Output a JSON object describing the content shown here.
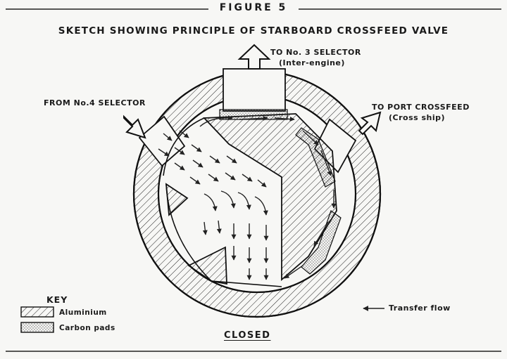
{
  "figure_title": "FIGURE 5",
  "subtitle": "SKETCH SHOWING PRINCIPLE OF STARBOARD CROSSFEED VALVE",
  "ports": {
    "top_line1": "TO No. 3 SELECTOR",
    "top_line2": "(Inter-engine)",
    "left": "FROM No.4 SELECTOR",
    "right_line1": "TO PORT CROSSFEED",
    "right_line2": "(Cross ship)"
  },
  "key": {
    "title": "KEY",
    "items": [
      "Aluminium",
      "Carbon pads"
    ]
  },
  "legend_transfer": "Transfer flow",
  "state": "CLOSED"
}
